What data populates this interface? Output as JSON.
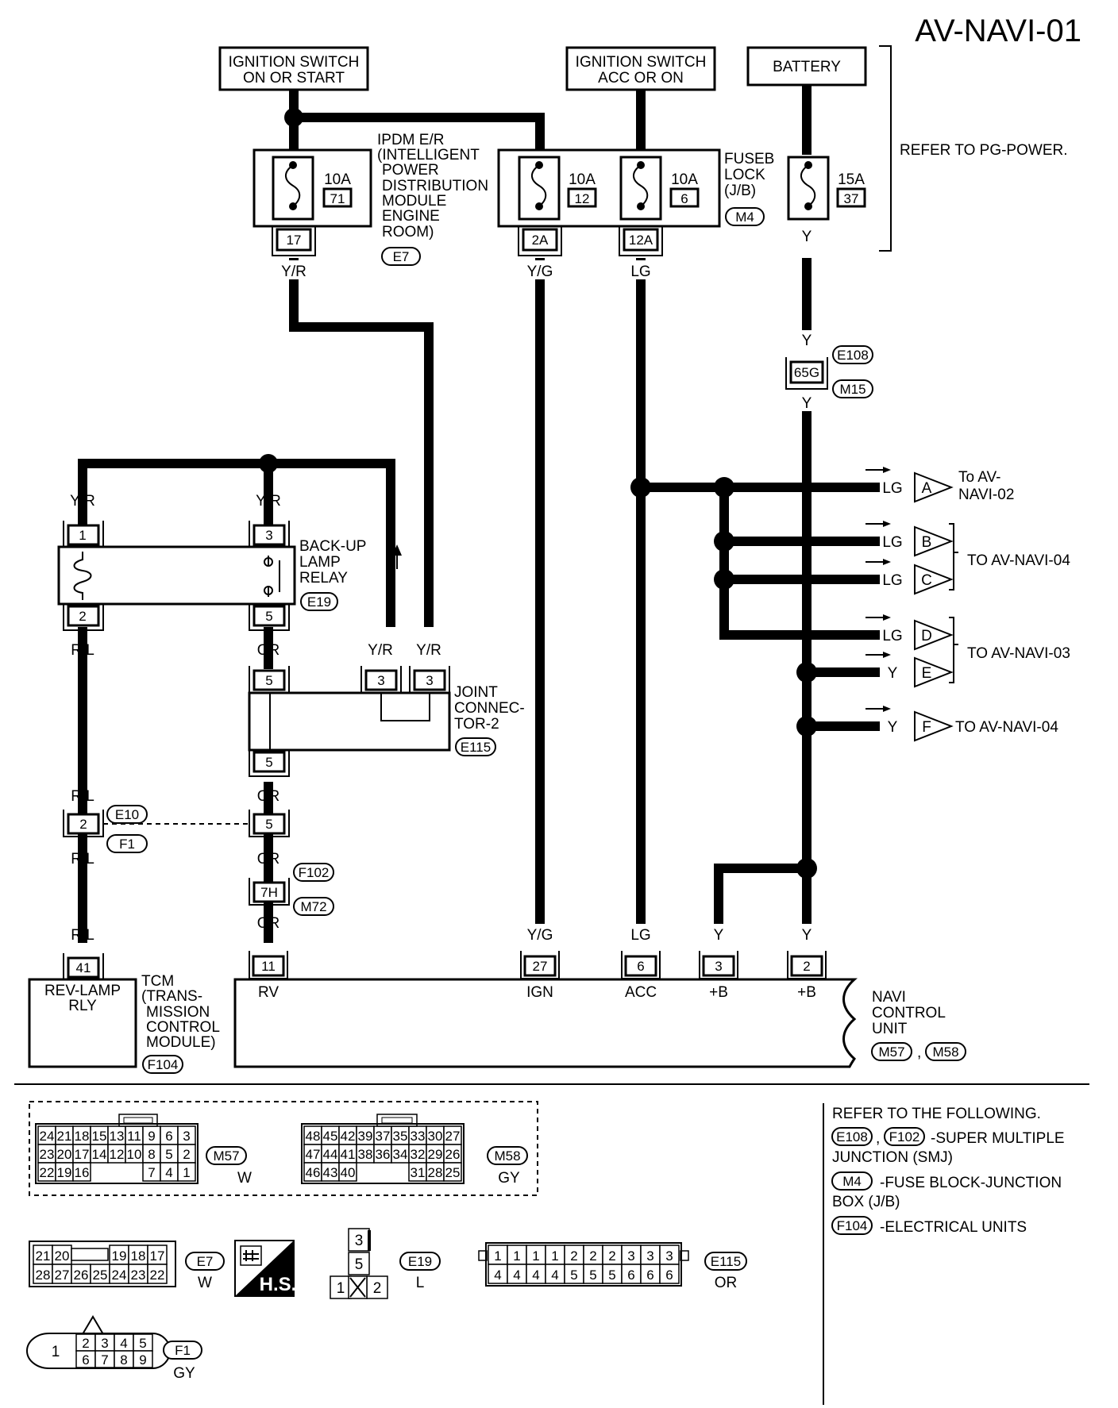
{
  "page_title": "AV-NAVI-01",
  "sources": {
    "ign_on_start": [
      "IGNITION SWITCH",
      "ON OR START"
    ],
    "ign_acc_on": [
      "IGNITION SWITCH",
      "ACC OR ON"
    ],
    "battery": "BATTERY",
    "refer_pg": "REFER TO PG-POWER."
  },
  "ipdm": {
    "label": [
      "IPDM E/R",
      "(INTELLIGENT",
      "POWER",
      "DISTRIBUTION",
      "MODULE",
      "ENGINE",
      "ROOM)"
    ],
    "fuse_amp": "10A",
    "fuse_no": "71",
    "terminal": "17",
    "connector": "E7"
  },
  "fuse_block": {
    "label": [
      "FUSEB",
      "LOCK",
      "(J/B)"
    ],
    "connector": "M4",
    "fuses": [
      {
        "amp": "10A",
        "no": "12",
        "terminal": "2A"
      },
      {
        "amp": "10A",
        "no": "6",
        "terminal": "12A"
      }
    ]
  },
  "battery_fuse": {
    "amp": "15A",
    "no": "37"
  },
  "wires": {
    "yr": "Y/R",
    "yg": "Y/G",
    "lg": "LG",
    "y": "Y",
    "rl": "R/L",
    "or": "OR"
  },
  "smj": {
    "terminal": "65G",
    "connector_top": "E108",
    "connector_bottom": "M15"
  },
  "outputs": [
    {
      "color": "LG",
      "letter": "A",
      "dest": [
        "To AV-",
        "NAVI-02"
      ]
    },
    {
      "color": "LG",
      "letter": "B",
      "dest": []
    },
    {
      "color": "LG",
      "letter": "C",
      "dest": []
    },
    {
      "color": "LG",
      "letter": "D",
      "dest": []
    },
    {
      "color": "Y",
      "letter": "E",
      "dest": []
    },
    {
      "color": "Y",
      "letter": "F",
      "dest": [
        "TO AV-NAVI-04"
      ]
    }
  ],
  "output_groups": {
    "bc": "TO AV-NAVI-04",
    "de": "TO AV-NAVI-03"
  },
  "relay": {
    "label": [
      "BACK-UP",
      "LAMP",
      "RELAY"
    ],
    "connector": "E19",
    "terminals": [
      "1",
      "3",
      "2",
      "5"
    ]
  },
  "joint": {
    "label": [
      "JOINT",
      "CONNEC-",
      "TOR-2"
    ],
    "connector": "E115",
    "terminals": [
      "5",
      "3",
      "3",
      "5"
    ]
  },
  "inline": {
    "rl_terminal": "2",
    "or_terminal": "5",
    "connector_top": "E10",
    "connector_bottom": "F1",
    "or2_terminal": "7H",
    "or2_top": "F102",
    "or2_bottom": "M72"
  },
  "tcm": {
    "terminal": "41",
    "inner": [
      "REV-LAMP",
      "RLY"
    ],
    "label": [
      "TCM",
      "(TRANS-",
      "MISSION",
      "CONTROL",
      "MODULE)"
    ],
    "connector": "F104"
  },
  "navi": {
    "label": [
      "NAVI",
      "CONTROL",
      "UNIT"
    ],
    "connectors": [
      "M57",
      "M58"
    ],
    "pins": [
      {
        "terminal": "11",
        "name": "RV"
      },
      {
        "terminal": "27",
        "name": "IGN"
      },
      {
        "terminal": "6",
        "name": "ACC"
      },
      {
        "terminal": "3",
        "name": "+B"
      },
      {
        "terminal": "2",
        "name": "+B"
      }
    ]
  },
  "connector_views": {
    "m57": {
      "rows": [
        [
          "24",
          "21",
          "18",
          "15",
          "13",
          "11",
          "9",
          "6",
          "3"
        ],
        [
          "23",
          "20",
          "17",
          "14",
          "12",
          "10",
          "8",
          "5",
          "2"
        ],
        [
          "22",
          "19",
          "16",
          "",
          "",
          "",
          "7",
          "4",
          "1"
        ]
      ],
      "name": "M57",
      "color": "W"
    },
    "m58": {
      "rows": [
        [
          "48",
          "45",
          "42",
          "39",
          "37",
          "35",
          "33",
          "30",
          "27"
        ],
        [
          "47",
          "44",
          "41",
          "38",
          "36",
          "34",
          "32",
          "29",
          "26"
        ],
        [
          "46",
          "43",
          "40",
          "",
          "",
          "",
          "31",
          "28",
          "25"
        ]
      ],
      "name": "M58",
      "color": "GY"
    },
    "e7": {
      "rows": [
        [
          "21",
          "20",
          "",
          "",
          "19",
          "18",
          "17"
        ],
        [
          "28",
          "27",
          "26",
          "25",
          "24",
          "23",
          "22"
        ]
      ],
      "name": "E7",
      "color": "W"
    },
    "hs": "H.S.",
    "e19": {
      "pins": [
        "3",
        "5",
        "1",
        "2"
      ],
      "name": "E19",
      "color": "L"
    },
    "e115": {
      "rows": [
        [
          "1",
          "1",
          "1",
          "1",
          "2",
          "2",
          "2",
          "3",
          "3",
          "3"
        ],
        [
          "4",
          "4",
          "4",
          "4",
          "5",
          "5",
          "5",
          "6",
          "6",
          "6"
        ]
      ],
      "name": "E115",
      "color": "OR"
    },
    "f1": {
      "big": "1",
      "rows": [
        [
          "2",
          "3",
          "4",
          "5"
        ],
        [
          "6",
          "7",
          "8",
          "9"
        ]
      ],
      "name": "F1",
      "color": "GY"
    }
  },
  "refer_following": {
    "heading": "REFER TO THE FOLLOWING.",
    "items": [
      {
        "connectors": [
          "E108",
          "F102"
        ],
        "text": [
          "-SUPER MULTIPLE",
          "JUNCTION (SMJ)"
        ]
      },
      {
        "connectors": [
          "M4"
        ],
        "text": [
          "-FUSE BLOCK-JUNCTION",
          "BOX (J/B)"
        ]
      },
      {
        "connectors": [
          "F104"
        ],
        "text": [
          "-ELECTRICAL UNITS"
        ]
      }
    ]
  }
}
